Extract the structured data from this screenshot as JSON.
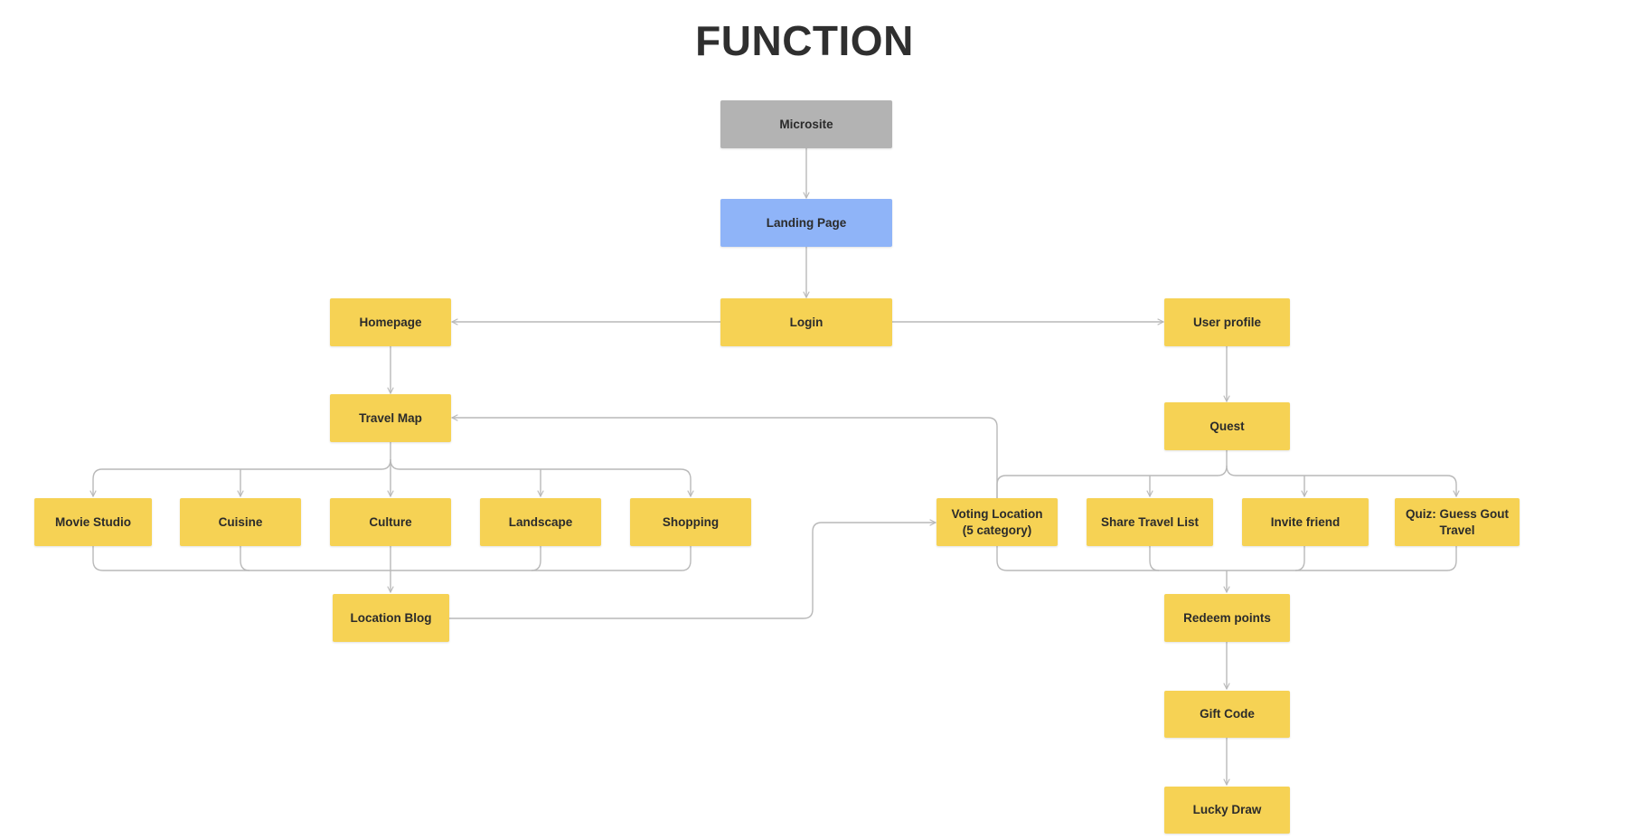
{
  "title": "FUNCTION",
  "colors": {
    "default_node": "#f6d254",
    "entry_node": "#b3b3b3",
    "landing_node": "#8fb4f8",
    "connector": "#b9b9b9",
    "title": "#2f2f2f"
  },
  "nodes": {
    "microsite": "Microsite",
    "landing_page": "Landing Page",
    "login": "Login",
    "homepage": "Homepage",
    "user_profile": "User profile",
    "travel_map": "Travel Map",
    "quest": "Quest",
    "movie_studio": "Movie Studio",
    "cuisine": "Cuisine",
    "culture": "Culture",
    "landscape": "Landscape",
    "shopping": "Shopping",
    "voting_location": "Voting Location\n(5 category)",
    "share_travel_list": "Share Travel List",
    "invite_friend": "Invite friend",
    "quiz": "Quiz: Guess Gout\nTravel",
    "location_blog": "Location Blog",
    "redeem_points": "Redeem points",
    "gift_code": "Gift Code",
    "lucky_draw": "Lucky Draw"
  }
}
